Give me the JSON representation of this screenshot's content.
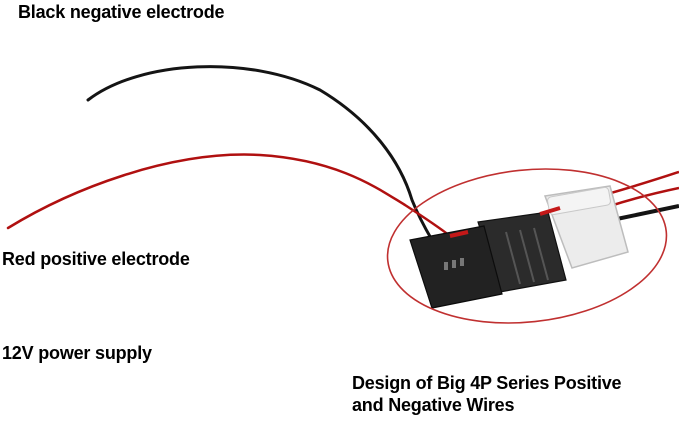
{
  "labels": {
    "black_negative": "Black negative electrode",
    "red_positive": "Red positive electrode",
    "power_supply": "12V power supply",
    "design_line1": "Design of Big 4P Series Positive",
    "design_line2": "and Negative Wires"
  },
  "colors": {
    "background": "#ffffff",
    "black_wire": "#141414",
    "red_wire": "#b01010",
    "highlight_circle": "#c03030",
    "connector_black": "#2a2a2a",
    "connector_white": "#eaeaea"
  }
}
